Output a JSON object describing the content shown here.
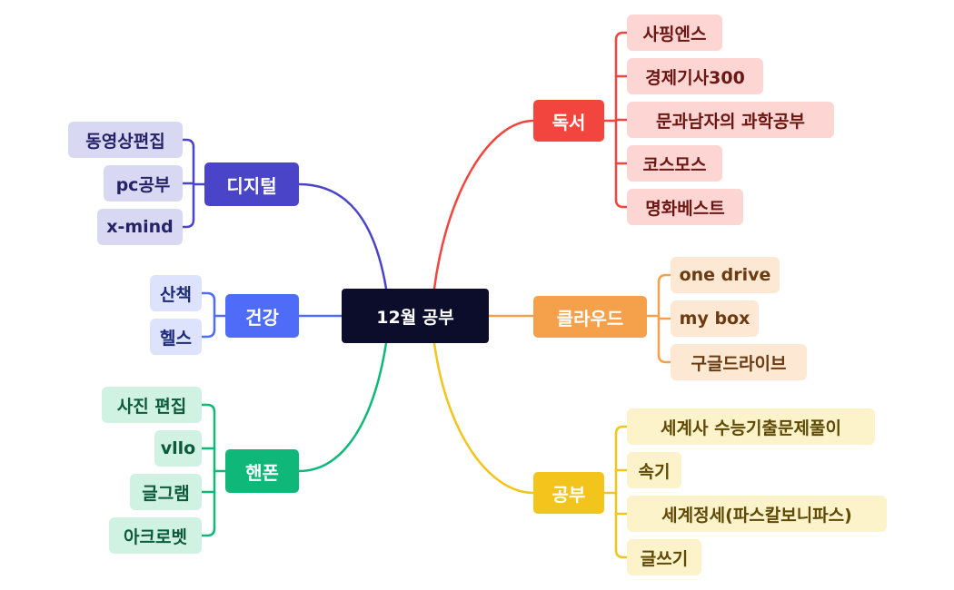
{
  "root": {
    "label": "12월 공부"
  },
  "colors": {
    "reading": "#f2453d",
    "cloud": "#f5a04a",
    "study": "#f2c41c",
    "phone": "#0fb879",
    "health": "#4e6cf7",
    "digital": "#4a44c8"
  },
  "branches": {
    "reading": {
      "label": "독서",
      "items": [
        "사핑엔스",
        "경제기사300",
        "문과남자의 과학공부",
        "코스모스",
        "명화베스트"
      ]
    },
    "cloud": {
      "label": "클라우드",
      "items": [
        "one drive",
        "my box",
        "구글드라이브"
      ]
    },
    "study": {
      "label": "공부",
      "items": [
        "세계사 수능기출문제풀이",
        "속기",
        "세계정세(파스칼보니파스)",
        "글쓰기"
      ]
    },
    "digital": {
      "label": "디지털",
      "items": [
        "동영상편집",
        "pc공부",
        "x-mind"
      ]
    },
    "health": {
      "label": "건강",
      "items": [
        "산책",
        "헬스"
      ]
    },
    "phone": {
      "label": "핸폰",
      "items": [
        "사진 편집",
        "vllo",
        "글그램",
        "아크로벳"
      ]
    }
  }
}
